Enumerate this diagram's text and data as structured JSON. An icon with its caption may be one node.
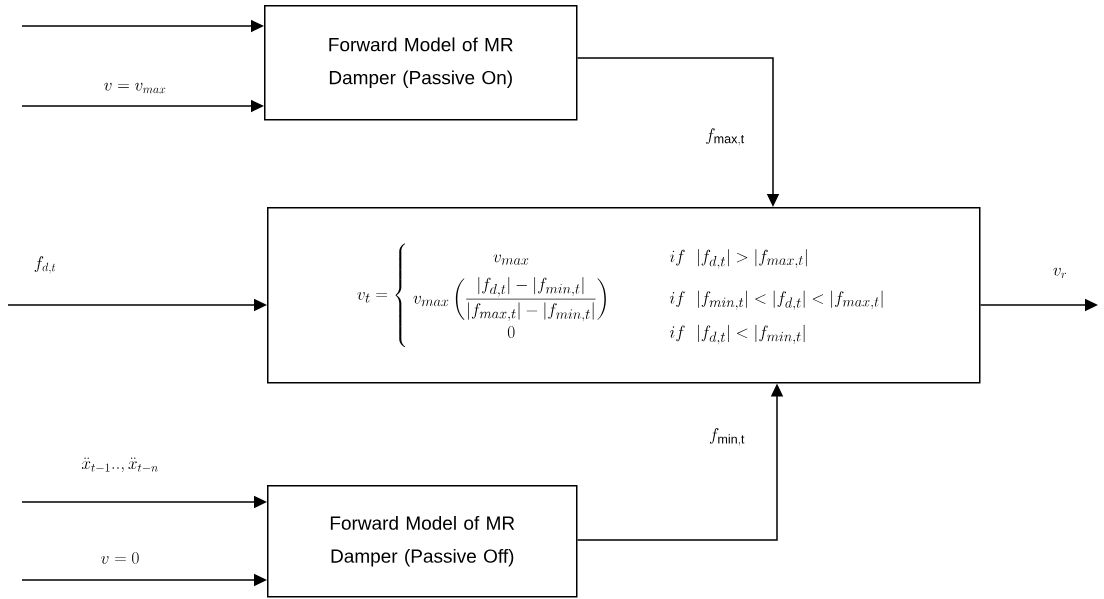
{
  "diagram": {
    "nodes": [
      {
        "text": [
          "Forward Model of MR Damper (Passive On)"
        ]
      },
      {
        "text": [
          "v_t = \\left\\{\\begin{array}{c@{\\hspace{60pt}}l} v_{max} & if\\ \\ |f_{d,t}| > |f_{max,t}| \\\\[8pt] v_{max}\\left(\\dfrac{|f_{d,t}|-|f_{min,t}|}{|f_{max,t}|-|f_{min,t}|}\\right) & if\\ \\ |f_{min,t}| < |f_{d,t}| < |f_{max,t}| \\\\[8pt] 0 & if\\ \\ |f_{d,t}| < |f_{min,t}| \\end{array}\\right."
        ]
      },
      {
        "text": [
          "Forward Model of MR Damper (Passive Off)"
        ]
      }
    ],
    "edges": [
      {
        "from": null,
        "to": 0,
        "arrow": "to"
      },
      {
        "from": null,
        "to": 0,
        "arrow": "to",
        "label": "v = v_{max}"
      },
      {
        "from": 0,
        "to": 1,
        "arrow": "to",
        "label": "f_{\\mathrm{max,t}}"
      },
      {
        "from": null,
        "to": 1,
        "arrow": "to",
        "label": "f_{d,t}"
      },
      {
        "from": 1,
        "to": null,
        "arrow": "to",
        "label": "v_{r}"
      },
      {
        "from": null,
        "to": 2,
        "arrow": "to",
        "label": "\\ddot{x}_{t-1}..,\\ddot{x}_{t-n}"
      },
      {
        "from": null,
        "to": 2,
        "arrow": "to",
        "label": "v = 0"
      },
      {
        "from": 2,
        "to": 1,
        "arrow": "to",
        "label": "f_{\\mathrm{min,t}}"
      }
    ]
  }
}
